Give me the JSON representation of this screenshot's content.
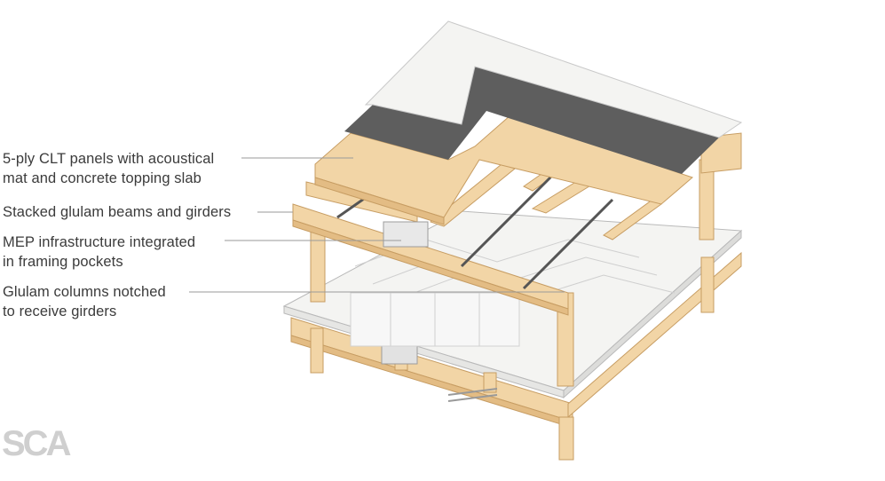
{
  "callouts": [
    {
      "line1": "5-ply CLT panels with acoustical",
      "line2": "mat and concrete topping slab"
    },
    {
      "line1": "Stacked glulam beams and girders",
      "line2": ""
    },
    {
      "line1": "MEP infrastructure integrated",
      "line2": "in framing pockets"
    },
    {
      "line1": "Glulam columns notched",
      "line2": "to receive girders"
    }
  ],
  "logo": {
    "text": "SCA"
  },
  "colors": {
    "wood": "#f2d5a6",
    "wood_dark": "#e3bc84",
    "concrete": "#f4f4f2",
    "mat": "#5e5e5e",
    "leader": "#9a9a9a",
    "mep": "#d9d9d9"
  }
}
